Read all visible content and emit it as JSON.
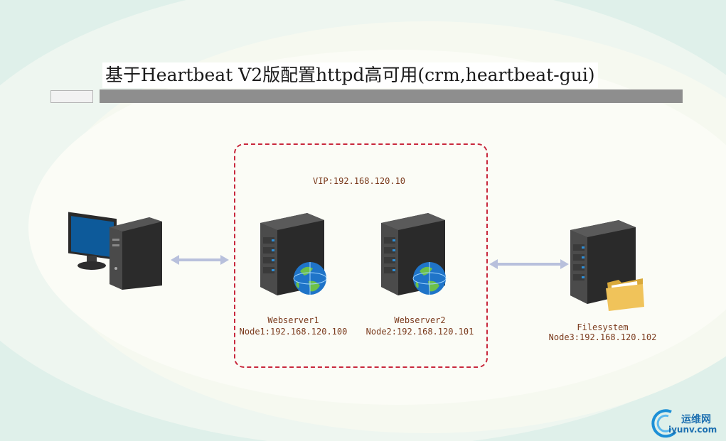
{
  "title": "基于Heartbeat V2版配置httpd高可用(crm,heartbeat-gui)",
  "vip_label": "VIP:192.168.120.10",
  "nodes": [
    {
      "name": "Webserver1",
      "address": "Node1:192.168.120.100",
      "icon": "web-server-globe"
    },
    {
      "name": "Webserver2",
      "address": "Node2:192.168.120.101",
      "icon": "web-server-globe"
    },
    {
      "name": "Filesystem",
      "address": "Node3:192.168.120.102",
      "icon": "file-server-folder"
    }
  ],
  "client_icon": "desktop-computer",
  "watermark": {
    "cn": "运维网",
    "en": "iyunv.com"
  },
  "colors": {
    "cluster_border": "#c8283c",
    "arrow": "#b8c0dc",
    "label_text": "#7a3a1c",
    "title_bar": "#8e8e8e"
  }
}
